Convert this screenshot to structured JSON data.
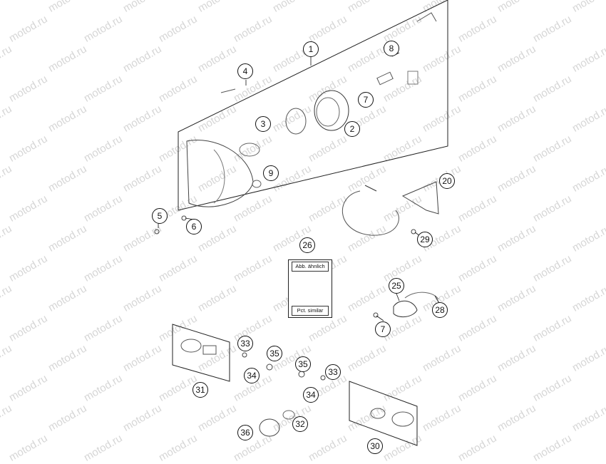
{
  "watermark": {
    "text": "motod.ru"
  },
  "note_box": {
    "header": "Abb. ähnlich",
    "footer": "Pct. similar"
  },
  "callouts": [
    "1",
    "2",
    "3",
    "4",
    "5",
    "6",
    "7",
    "7",
    "8",
    "9",
    "20",
    "25",
    "26",
    "28",
    "29",
    "30",
    "31",
    "32",
    "33",
    "33",
    "34",
    "34",
    "35",
    "35",
    "36"
  ]
}
